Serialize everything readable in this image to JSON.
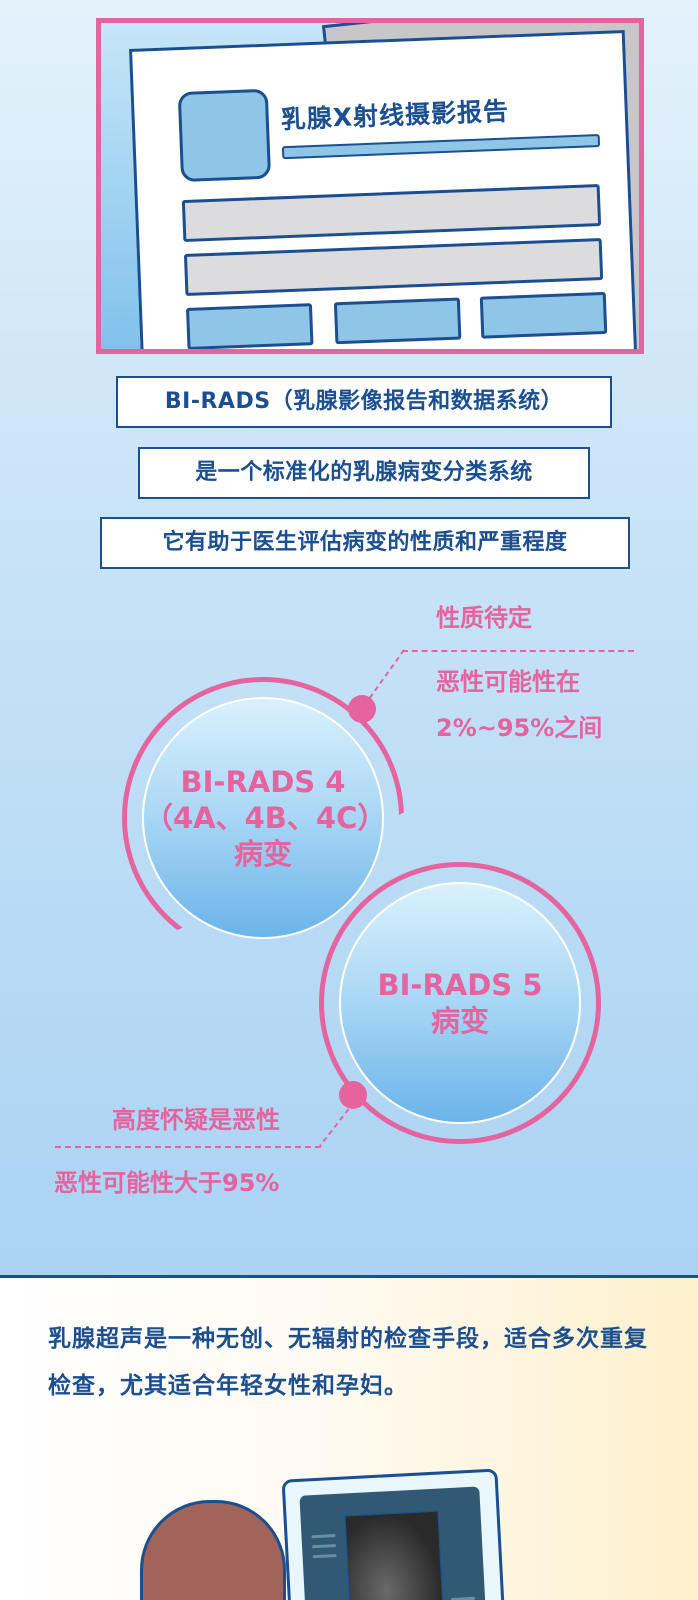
{
  "report": {
    "title": "乳腺X射线摄影报告"
  },
  "captions": [
    "BI-RADS（乳腺影像报告和数据系统）",
    "是一个标准化的乳腺病变分类系统",
    "它有助于医生评估病变的性质和严重程度"
  ],
  "birads4": {
    "line1": "BI-RADS 4",
    "line2": "（4A、4B、4C）",
    "line3": "病变",
    "note_title": "性质待定",
    "note_line1": "恶性可能性在",
    "note_line2": "2%~95%之间"
  },
  "birads5": {
    "line1": "BI-RADS 5",
    "line2": "病变",
    "note_title": "高度怀疑是恶性",
    "note_line1": "恶性可能性大于95%"
  },
  "ultrasound": {
    "text": "乳腺超声是一种无创、无辐射的检查手段，适合多次重复检查，尤其适合年轻女性和孕妇。"
  },
  "colors": {
    "navy": "#1b4f8f",
    "pink": "#e5639e",
    "light_blue": "#8fc5e6"
  }
}
